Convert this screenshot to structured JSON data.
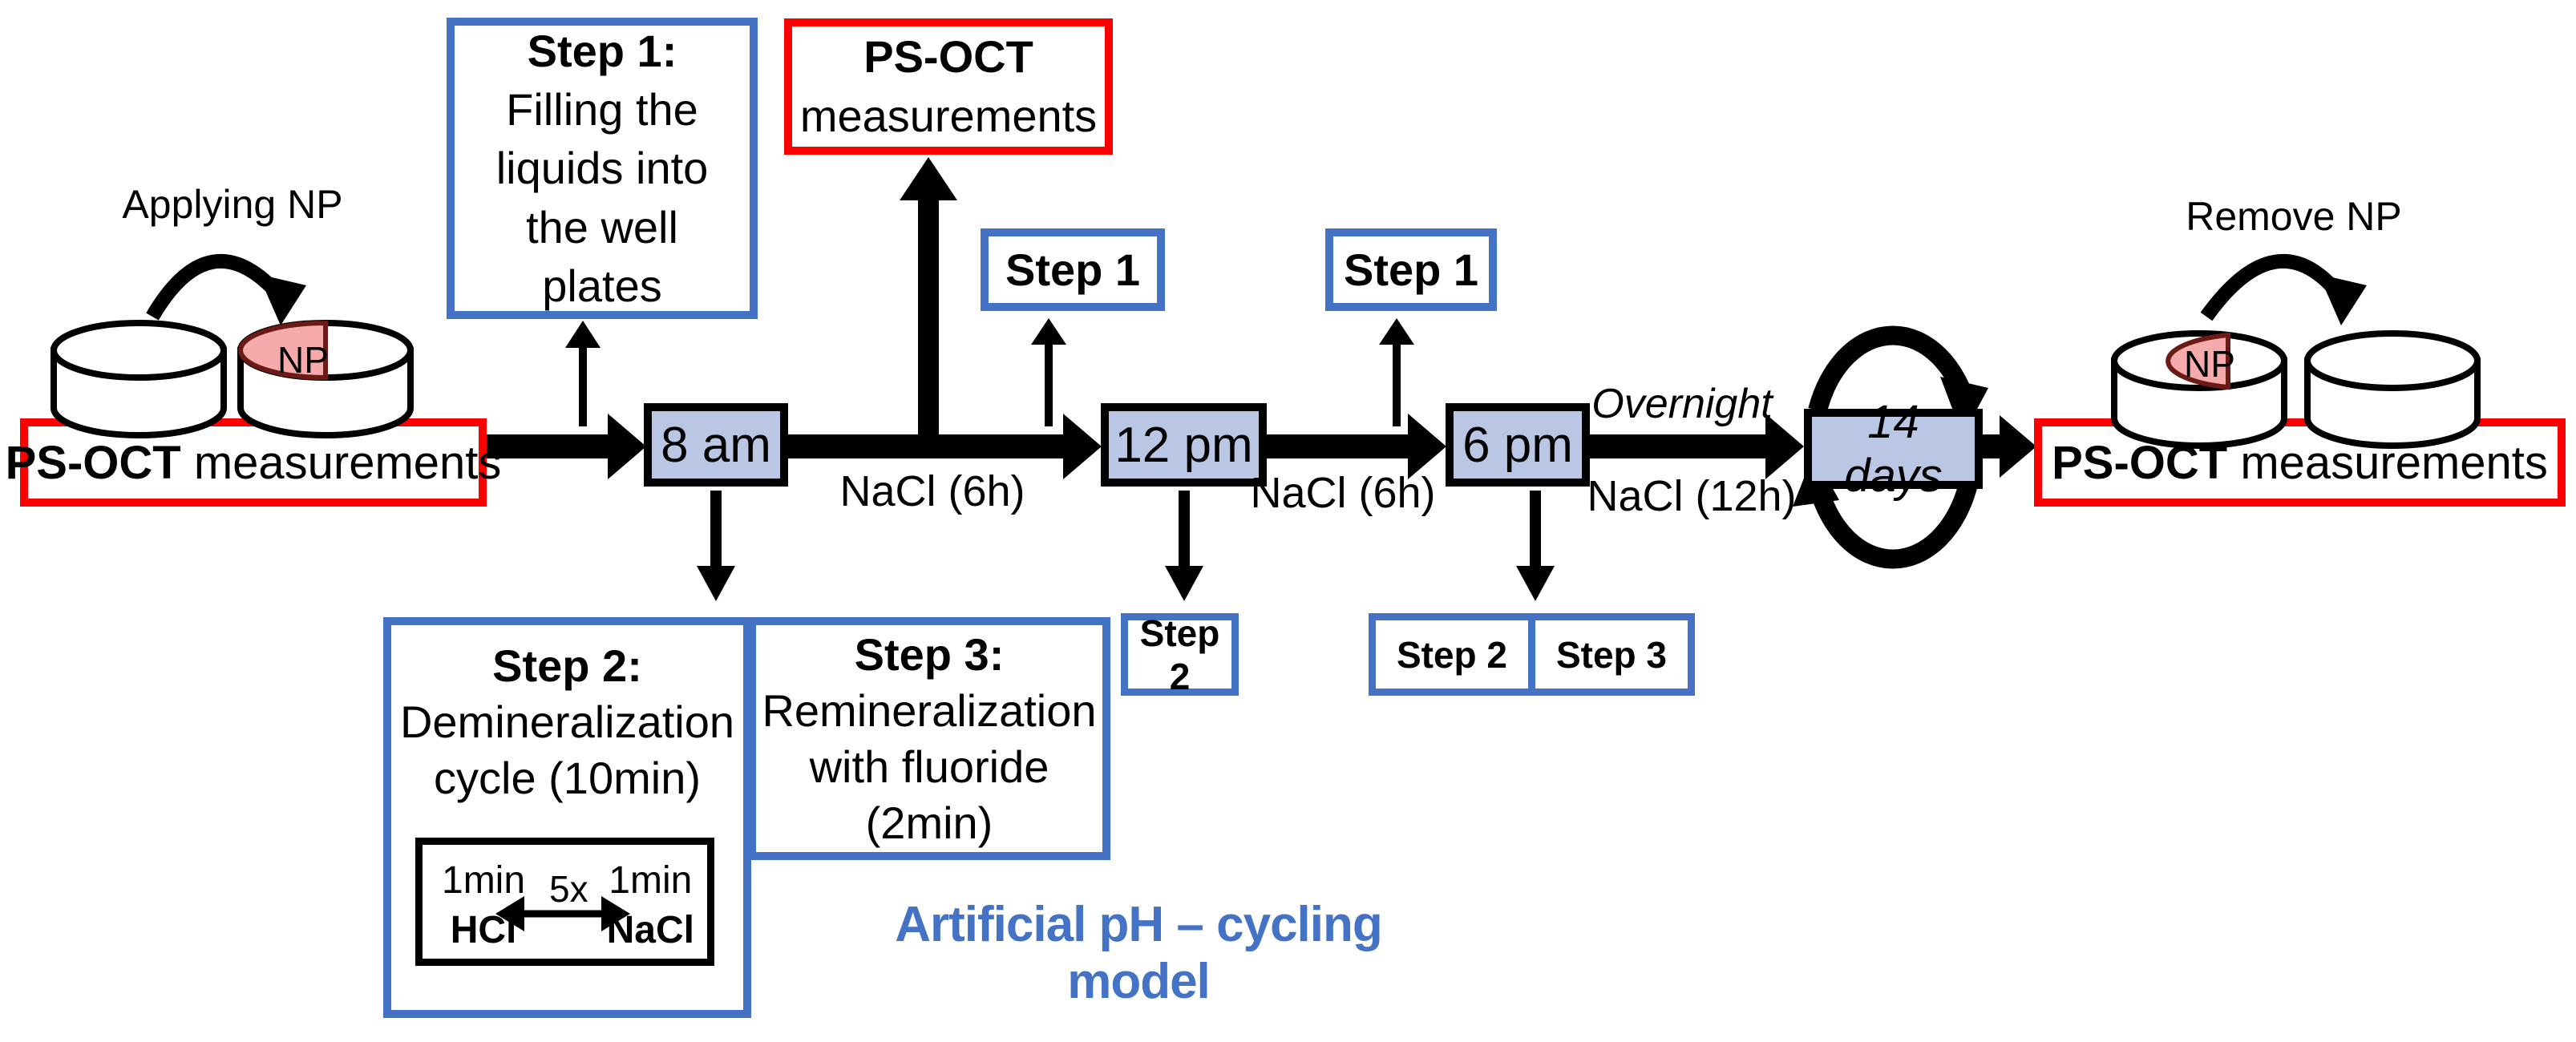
{
  "caption": "Artificial pH – cycling model",
  "colors": {
    "accent_blue": "#4472c4",
    "timebox_fill": "#b9c6e4",
    "red": "#ff0000",
    "np_pink": "#f5abab",
    "np_pink_stroke": "#6b1a15",
    "black": "#000000"
  },
  "left_group": {
    "applying_label": "Applying NP",
    "np_label": "NP",
    "psoct_bold": "PS-OCT",
    "psoct_rest": " measurements"
  },
  "right_group": {
    "remove_label": "Remove NP",
    "np_label": "NP",
    "psoct_bold": "PS-OCT",
    "psoct_rest": " measurements"
  },
  "top_box": {
    "bold": "PS-OCT",
    "rest": "measurements"
  },
  "boxes": {
    "step1_fill": {
      "title": "Step 1:",
      "lines": [
        "Filling the",
        "liquids into",
        "the well",
        "plates"
      ]
    },
    "step1_small": "Step 1",
    "step2": {
      "title": "Step 2:",
      "line1": "Demineralization",
      "line2": "cycle (10min)"
    },
    "step2_inner": {
      "left_top": "1min",
      "left_bottom": "HCl",
      "center": "5x",
      "right_top": "1min",
      "right_bottom": "NaCl"
    },
    "step3": {
      "title": "Step 3:",
      "line1": "Remineralization",
      "line2": "with fluoride",
      "line3": "(2min)"
    },
    "step2_small": "Step 2",
    "step3_small": "Step 3"
  },
  "timeline": {
    "t1": "8 am",
    "t2": "12 pm",
    "t3": "6 pm",
    "t4": "14 days",
    "nacl6h": "NaCl (6h)",
    "overnight": "Overnight",
    "nacl12h": "NaCl (12h)"
  }
}
